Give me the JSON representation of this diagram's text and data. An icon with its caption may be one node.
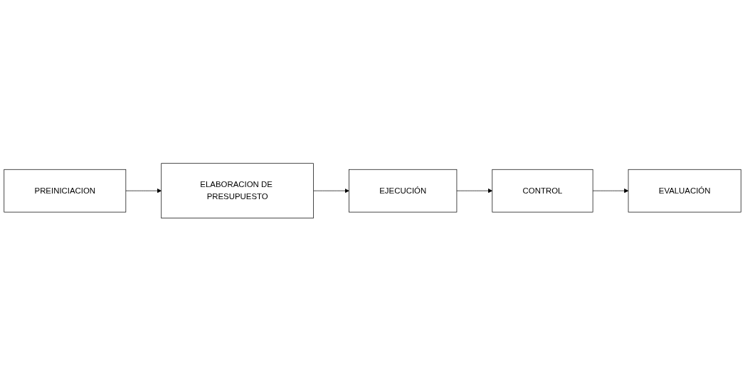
{
  "diagram": {
    "nodes": [
      {
        "text": [
          "PREINICIACION"
        ]
      },
      {
        "text": [
          "ELABORACION DE PRESUPUESTO"
        ]
      },
      {
        "text": [
          "EJECUCIÓN"
        ]
      },
      {
        "text": [
          "EVALUACIÓN"
        ]
      },
      {
        "text": [
          "CONTROL"
        ]
      }
    ],
    "edges": [
      {
        "from": 0,
        "to": 1,
        "arrow": "to"
      },
      {
        "from": 1,
        "to": 2,
        "arrow": "to"
      },
      {
        "from": 2,
        "to": 4,
        "arrow": "to"
      },
      {
        "from": 4,
        "to": 3,
        "arrow": "to"
      }
    ]
  }
}
